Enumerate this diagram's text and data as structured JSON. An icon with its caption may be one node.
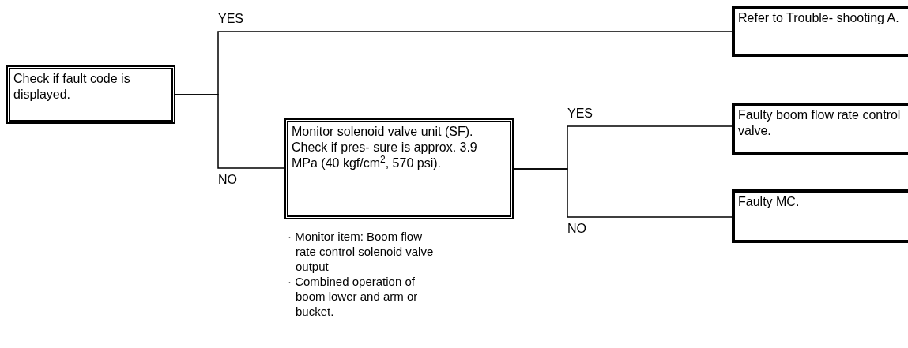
{
  "diagram": {
    "nodes": [
      {
        "text": [
          "Check if fault code is displayed."
        ]
      },
      {
        "text": [
          "Monitor solenoid valve unit (SF). Check if pres- sure is approx. 3.9 MPa (40 kgf/cm$^{2}$, 570 psi)."
        ],
        "beside": [
          "· Monitor item: Boom flow rate control solenoid valve output",
          "· Combined operation of boom lower and arm or bucket."
        ]
      },
      {
        "text": [
          "Refer to Trouble- shooting A."
        ]
      },
      {
        "text": [
          "Faulty boom flow rate control valve."
        ]
      },
      {
        "text": [
          "Faulty MC."
        ]
      }
    ],
    "edges": [
      {
        "from": 0,
        "to": 2,
        "arrow": "none",
        "label": "YES"
      },
      {
        "from": 0,
        "to": 1,
        "arrow": "none",
        "label": "NO"
      },
      {
        "from": 1,
        "to": 3,
        "arrow": "none",
        "label": "YES"
      },
      {
        "from": 1,
        "to": 4,
        "arrow": "none",
        "label": "NO"
      }
    ]
  }
}
